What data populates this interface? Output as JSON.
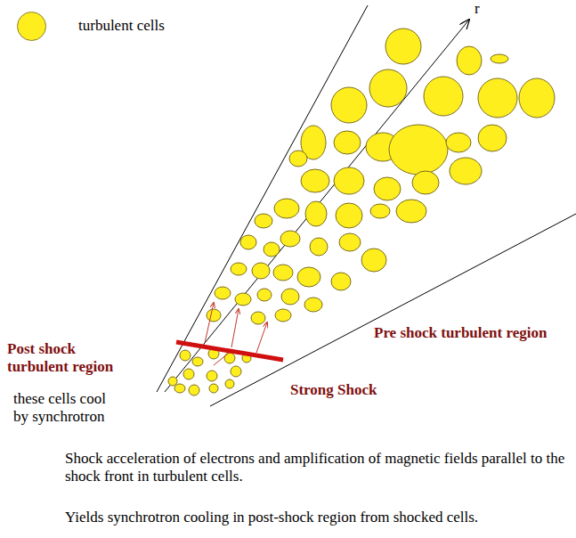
{
  "diagram": {
    "labels": [
      "r",
      "Pre shock turbulent region",
      "Post shock turbulent region",
      "these cells cool by synchrotron",
      "Strong Shock",
      "Shock acceleration of electrons and amplification of magnetic fields parallel to the shock front in turbulent cells.",
      "Yields synchrotron cooling in post-shock region from shocked cells."
    ],
    "legend": [
      {
        "text": "turbulent cells",
        "color": "#ffee1e"
      }
    ]
  }
}
